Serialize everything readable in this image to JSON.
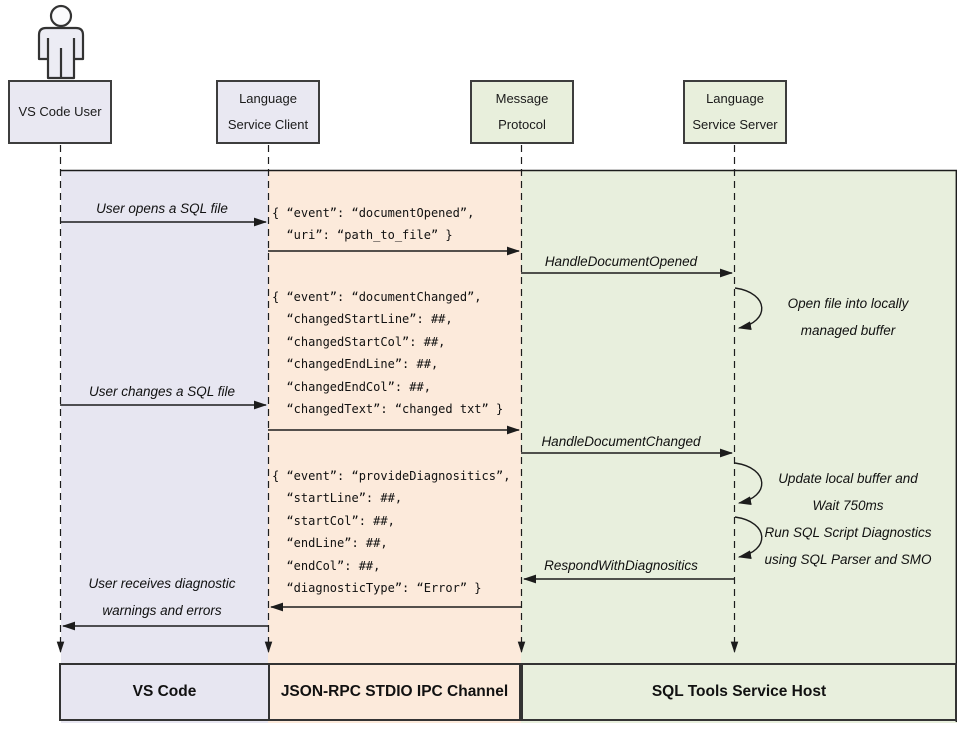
{
  "actors": {
    "user": {
      "label": "VS Code User"
    },
    "client": {
      "line1": "Language",
      "line2": "Service Client"
    },
    "protocol": {
      "line1": "Message",
      "line2": "Protocol"
    },
    "server": {
      "line1": "Language",
      "line2": "Service Server"
    }
  },
  "labels": {
    "open_file": "User opens a SQL file",
    "change_file": "User changes a SQL file",
    "receive_diag_line1": "User receives diagnostic",
    "receive_diag_line2": "warnings and errors",
    "handle_document_opened": "HandleDocumentOpened",
    "handle_document_changed": "HandleDocumentChanged",
    "respond_with_diagnostics": "RespondWithDiagnositics",
    "note_open_line1": "Open file into locally",
    "note_open_line2": "managed buffer",
    "note_update_line1": "Update local buffer and",
    "note_update_line2": "Wait 750ms",
    "note_run_line1": "Run SQL Script Diagnostics",
    "note_run_line2": "using SQL Parser and SMO"
  },
  "payloads": {
    "document_opened": "{ “event”: “documentOpened”,\n  “uri”: “path_to_file” }",
    "document_changed": "{ “event”: “documentChanged”,\n  “changedStartLine”: ##,\n  “changedStartCol”: ##,\n  “changedEndLine”: ##,\n  “changedEndCol”: ##,\n  “changedText”: “changed txt” }",
    "provide_diagnostics": "{ “event”: “provideDiagnositics”,\n  “startLine”: ##,\n  “startCol”: ##,\n  “endLine”: ##,\n  “endCol”: ##,\n  “diagnosticType”: “Error” }"
  },
  "footers": {
    "vscode": "VS Code",
    "channel": "JSON-RPC STDIO IPC Channel",
    "host": "SQL Tools Service Host"
  },
  "colors": {
    "lavender_band": "#e7e6f1",
    "peach_band": "#fceadb",
    "green_band": "#e8efdd",
    "lavender_box": "#e9e8f2",
    "green_box": "#e8efdc",
    "line": "#1c1c1c"
  }
}
